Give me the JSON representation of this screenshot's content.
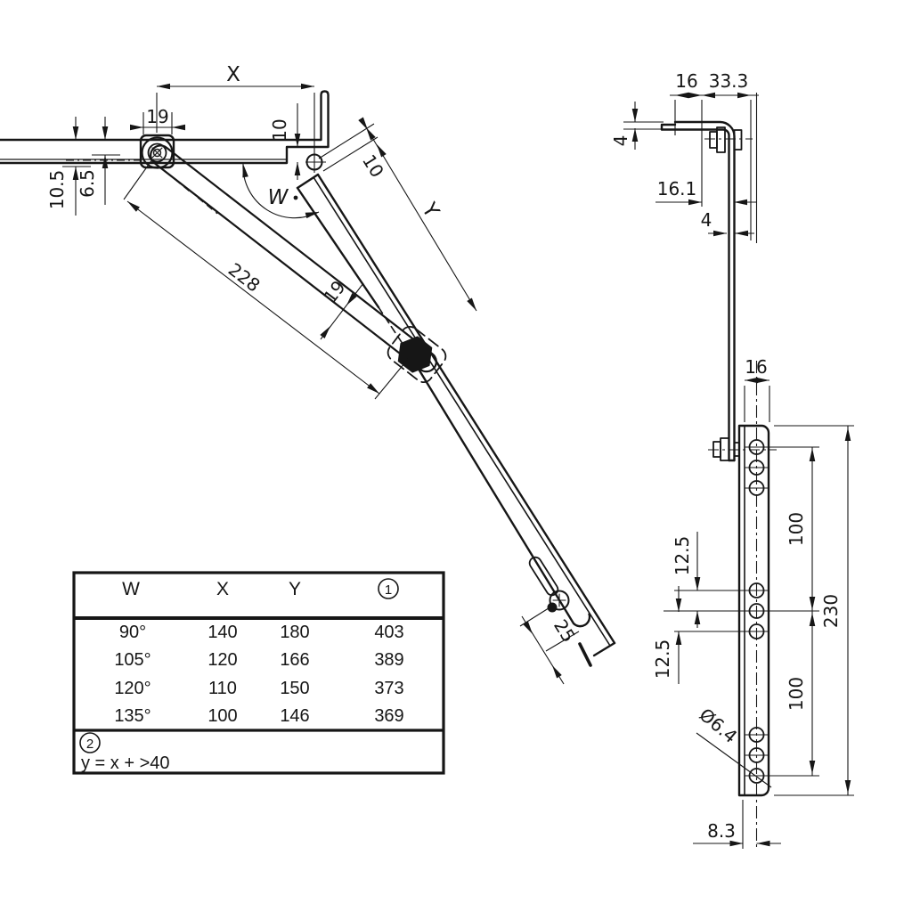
{
  "main_view": {
    "dim_x": "X",
    "dim_19_housing": "19",
    "dim_10_step": "10",
    "dim_10_5": "10.5",
    "dim_6_5": "6.5",
    "angle_w": "W",
    "dim_228": "228",
    "dim_19_arm": "19",
    "dim_10_bar": "10",
    "dim_y": "Y",
    "dim_25": "25"
  },
  "side_view": {
    "dim_16_top": "16",
    "dim_33_3": "33.3",
    "dim_4_flange": "4",
    "dim_16_1": "16.1",
    "dim_4_bar": "4",
    "dim_16_plate": "16",
    "dim_100_upper": "100",
    "dim_12_5_upper": "12.5",
    "dim_12_5_lower": "12.5",
    "dim_100_lower": "100",
    "dim_230": "230",
    "dim_hole_dia": "Ø6.4",
    "dim_8_3": "8.3"
  },
  "table": {
    "col_w": "W",
    "col_x": "X",
    "col_y": "Y",
    "col_length_badge": "1",
    "rows": [
      {
        "w": "90°",
        "x": "140",
        "y": "180",
        "length": "403"
      },
      {
        "w": "105°",
        "x": "120",
        "y": "166",
        "length": "389"
      },
      {
        "w": "120°",
        "x": "110",
        "y": "150",
        "length": "373"
      },
      {
        "w": "135°",
        "x": "100",
        "y": "146",
        "length": "369"
      }
    ],
    "note_badge": "2",
    "note": "y = x + >40"
  }
}
